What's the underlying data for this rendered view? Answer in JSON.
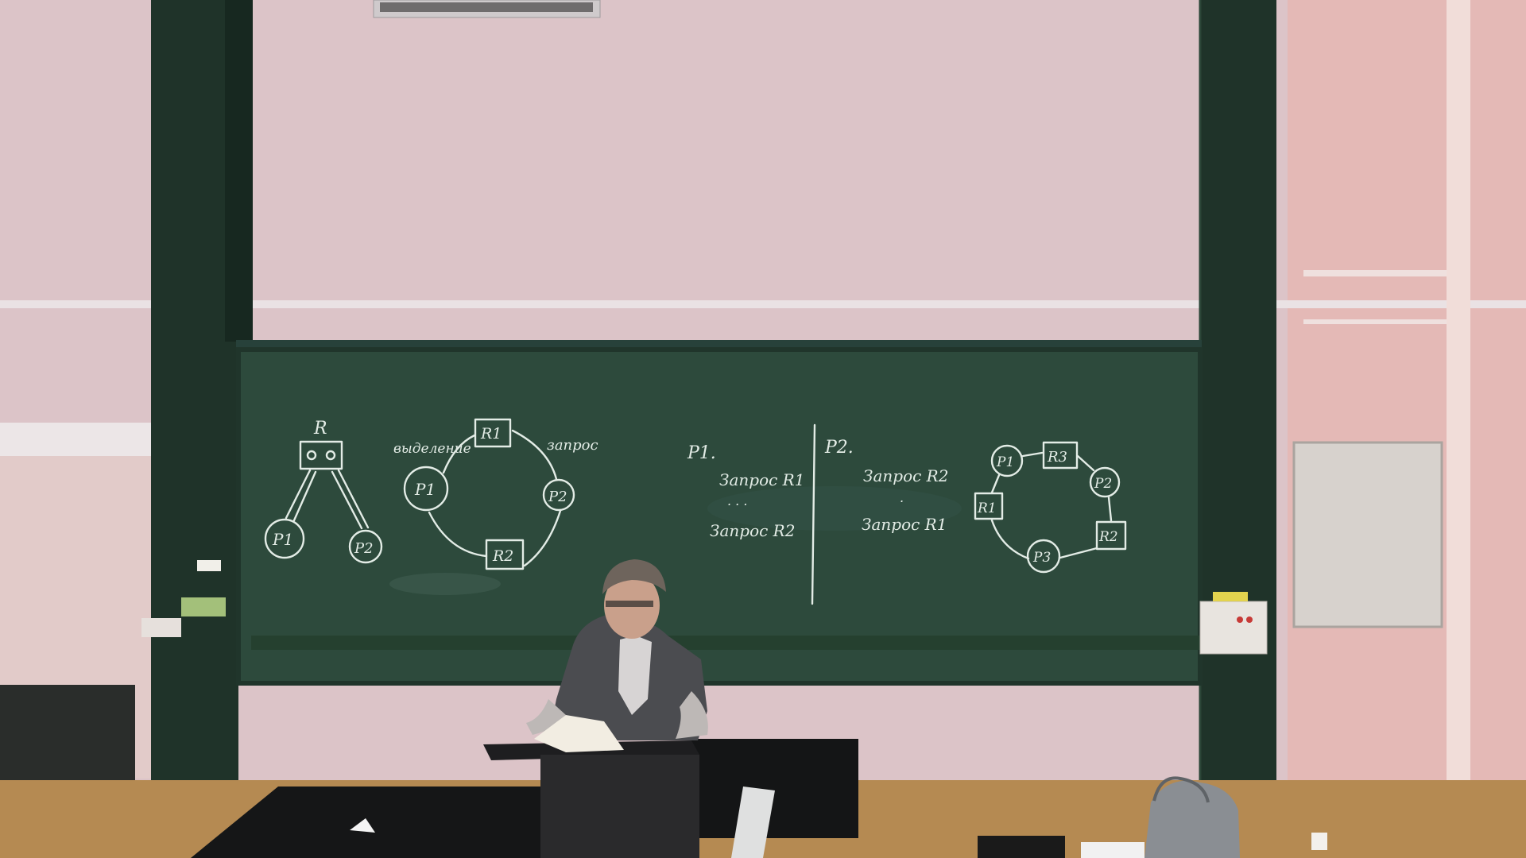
{
  "scene": {
    "wall_color": "#dcc4c8",
    "board_color": "#2d4a3c",
    "frame_color": "#1e3128",
    "desk_color": "#b58a52"
  },
  "board": {
    "diagram1": {
      "resource": "R",
      "p1": "P1",
      "p2": "P2"
    },
    "diagram2": {
      "r1": "R1",
      "r2": "R2",
      "p1": "P1",
      "p2": "P2",
      "alloc": "выделение",
      "request": "запрос"
    },
    "text_p1": {
      "head": "P1.",
      "line1": "Запрос R1",
      "dots": ". . .",
      "line2": "Запрос R2"
    },
    "text_p2": {
      "head": "P2.",
      "line1": "Запрос R2",
      "dots": ".",
      "line2": "Запрос R1"
    },
    "diagram3": {
      "p1": "P1",
      "r3": "R3",
      "p2": "P2",
      "r1": "R1",
      "r2": "R2",
      "p3": "P3"
    }
  }
}
